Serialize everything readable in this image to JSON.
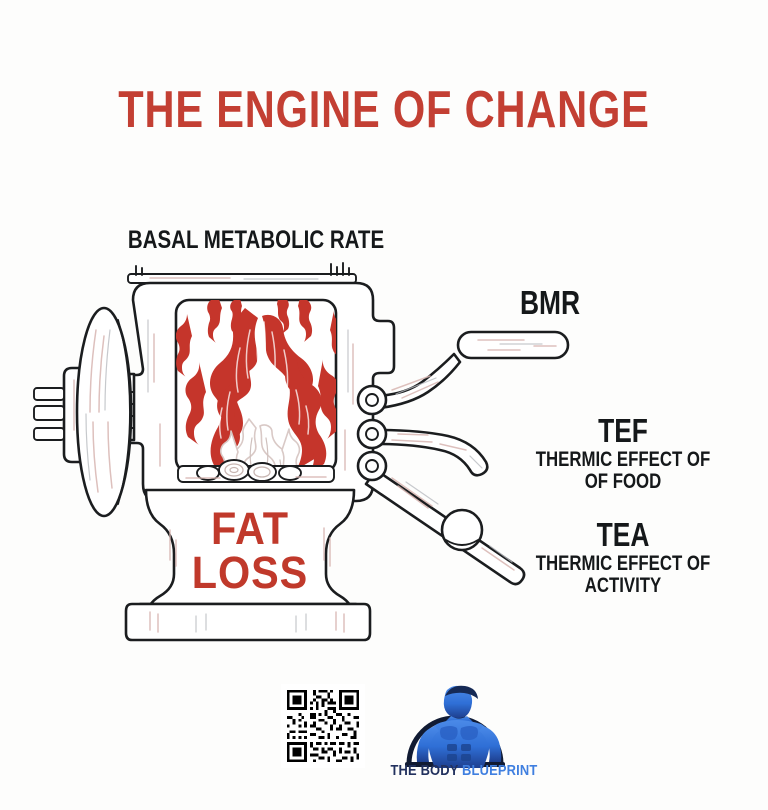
{
  "poster": {
    "title": "THE ENGINE OF CHANGE",
    "background_color": "#fdfdfc",
    "accent_red": "#c33f33",
    "ink_color": "#15181a"
  },
  "engine": {
    "top_label": "BASAL METABOLIC RATE",
    "body_text_line1": "FAT",
    "body_text_line2": "LOSS",
    "flame_color": "#c5352b",
    "fat_loss_color": "#c0392b"
  },
  "levers": [
    {
      "abbr": "BMR",
      "full": "",
      "full_line2": ""
    },
    {
      "abbr": "TEF",
      "full": "THERMIC EFFECT OF",
      "full_line2": "OF FOOD"
    },
    {
      "abbr": "TEA",
      "full": "THERMIC EFFECT OF",
      "full_line2": "ACTIVITY"
    }
  ],
  "footer": {
    "qr_label": "qr-code",
    "brand_word1": "THE BODY ",
    "brand_word2": "BLUEPRINT",
    "brand_color_dark": "#22315e",
    "brand_color_light": "#3f7fe0"
  }
}
